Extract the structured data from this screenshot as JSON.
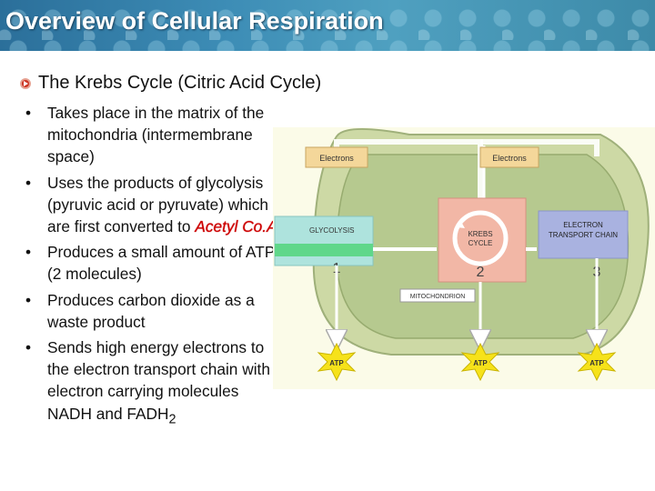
{
  "slide": {
    "title": "Overview of Cellular Respiration",
    "heading": "The Krebs Cycle (Citric Acid Cycle)",
    "bullet_char": "•",
    "points": [
      {
        "text": "Takes place in the matrix of the mitochondria (intermembrane space)"
      },
      {
        "text": "Uses the products of glycolysis (pyruvic acid or pyruvate) which are first converted to ",
        "highlight": "Acetyl Co.A"
      },
      {
        "text": "Produces a small amount of ATP (2 molecules)"
      },
      {
        "text": "Produces carbon dioxide as a waste product"
      },
      {
        "text": "Sends high energy electrons to the electron transport chain with electron carrying molecules NADH and FADH",
        "subscript": "2"
      }
    ]
  },
  "diagram": {
    "electrons_left": "Electrons",
    "electrons_right": "Electrons",
    "glycolysis": "GLYCOLYSIS",
    "krebs_line1": "KREBS",
    "krebs_line2": "CYCLE",
    "etc_line1": "ELECTRON",
    "etc_line2": "TRANSPORT CHAIN",
    "mitochondrion": "MITOCHONDRION",
    "num1": "1",
    "num2": "2",
    "num3": "3",
    "atp1": "ATP",
    "atp2": "ATP",
    "atp3": "ATP",
    "colors": {
      "mito_fill": "#cdd9a5",
      "mito_inner": "#a9c182",
      "glycolysis_fill": "#aee3dd",
      "glycolysis_band": "#5fd78a",
      "krebs_fill": "#f2b7a6",
      "etc_fill": "#a9b2e0",
      "electrons_fill": "#f4d79a",
      "atp_fill": "#f6e21a"
    }
  }
}
